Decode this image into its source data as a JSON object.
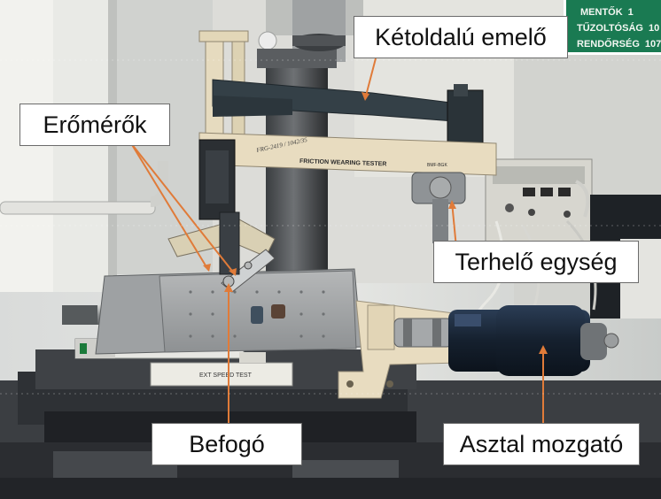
{
  "labels": {
    "dual_lever": "Kétoldalú emelő",
    "force_gauges": "Erőmérők",
    "load_unit": "Terhelő egység",
    "clamp": "Befogó",
    "table_drive": "Asztal mozgató"
  },
  "machine_text": {
    "brand_plate": "FRICTION WEARING TESTER",
    "model_plate": "BMF-BGK",
    "rail_sticker": "EXT SPEED TEST",
    "handwriting": "FRG-2419 / 1042/35"
  },
  "emergency_sign": {
    "rows": [
      {
        "name": "MENTŐK",
        "number": "1"
      },
      {
        "name": "TŰZOLTÓSÁG",
        "number": "10"
      },
      {
        "name": "RENDŐRSÉG",
        "number": "107"
      }
    ]
  },
  "colors": {
    "arrow": "#e07b39",
    "label_bg": "#ffffff",
    "label_border": "#6b6b6b",
    "sign_green": "#1a7a52",
    "machine_cream": "#e8dcc0",
    "plate_steel": "#a4a6a8",
    "motor_blue": "#1d2c3f"
  }
}
